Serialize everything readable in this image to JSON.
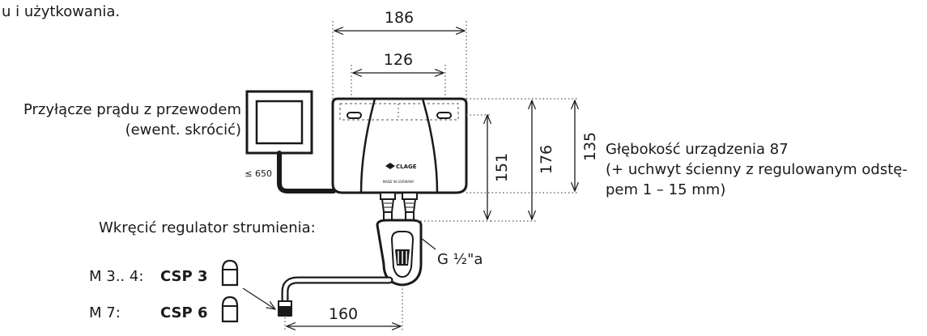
{
  "intro_fragment": "u i użytkowania.",
  "power": {
    "line1": "Przyłącze prądu z przewodem",
    "line2": "(ewent. skrócić)",
    "cable_len": "≤ 650"
  },
  "dims": {
    "width_outer": "186",
    "width_inner": "126",
    "height_151": "151",
    "height_176": "176",
    "height_135": "135",
    "spout": "160"
  },
  "depth": {
    "line1": "Głębokość urządzenia 87",
    "line2": "(+ uchwyt ścienny z regulowanym odstę-",
    "line3": "pem  1 – 15 mm)"
  },
  "unit": {
    "brand": "CLAGE",
    "made_in": "MADE IN GERMANY"
  },
  "thread": "G ½\"a",
  "aerator": {
    "heading": "Wkręcić regulator strumienia:",
    "rows": [
      {
        "model": "M 3.. 4:",
        "product": "CSP 3"
      },
      {
        "model": "M 7:",
        "product": "CSP 6"
      }
    ]
  }
}
